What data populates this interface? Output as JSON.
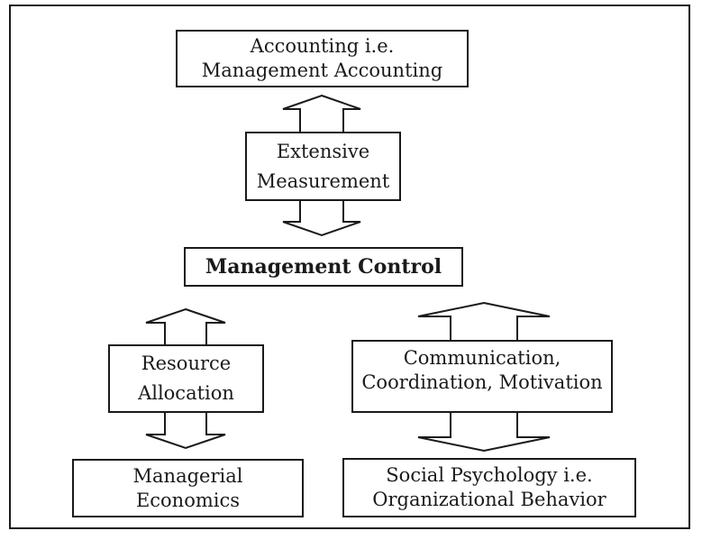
{
  "diagram": {
    "colors": {
      "ink": "#1a1a1a",
      "paper": "#ffffff"
    },
    "nodes": {
      "accounting": {
        "lines": [
          "Accounting i.e.",
          "Management Accounting"
        ],
        "emphasis": "normal"
      },
      "extensive_measurement": {
        "lines": [
          "Extensive",
          "Measurement"
        ],
        "emphasis": "normal"
      },
      "management_control": {
        "lines": [
          "Management Control"
        ],
        "emphasis": "bold"
      },
      "resource_allocation": {
        "lines": [
          "Resource",
          "Allocation"
        ],
        "emphasis": "normal"
      },
      "communication": {
        "lines": [
          "Communication,",
          "Coordination, Motivation"
        ],
        "emphasis": "normal"
      },
      "managerial_economics": {
        "lines": [
          "Managerial",
          "Economics"
        ],
        "emphasis": "normal"
      },
      "social_psychology": {
        "lines": [
          "Social Psychology i.e.",
          "Organizational Behavior"
        ],
        "emphasis": "normal"
      }
    },
    "connectors": [
      {
        "shape": "vertical-double-block-arrow",
        "from": "accounting",
        "to": "management_control",
        "label_node": "extensive_measurement"
      },
      {
        "shape": "vertical-double-block-arrow",
        "from": "management_control",
        "to": "managerial_economics",
        "label_node": "resource_allocation"
      },
      {
        "shape": "vertical-double-block-arrow",
        "from": "management_control",
        "to": "social_psychology",
        "label_node": "communication"
      }
    ]
  }
}
